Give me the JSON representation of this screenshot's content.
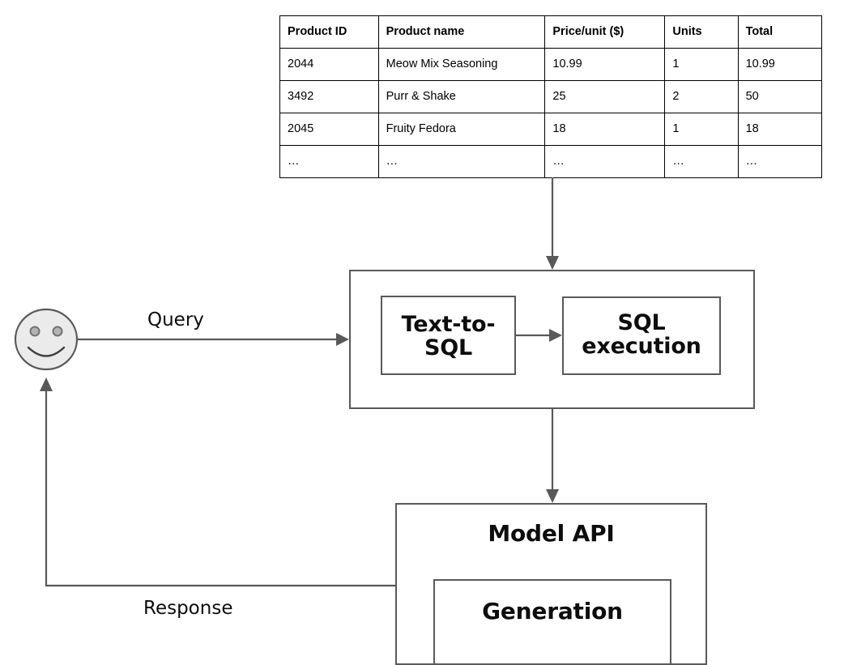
{
  "diagram": {
    "title": "Text-to-SQL retrieval augmented generation flow",
    "colors": {
      "stroke": "#595959",
      "table_border": "#000000",
      "text": "#0d0d0d",
      "avatar_fill": "#ebebeb",
      "avatar_eye": "#b3b3b3",
      "background": "#ffffff"
    }
  },
  "table": {
    "name": "product-table",
    "headers": [
      "Product ID",
      "Product name",
      "Price/unit ($)",
      "Units",
      "Total"
    ],
    "rows": [
      [
        "2044",
        "Meow Mix Seasoning",
        "10.99",
        "1",
        "10.99"
      ],
      [
        "3492",
        "Purr & Shake",
        "25",
        "2",
        "50"
      ],
      [
        "2045",
        "Fruity Fedora",
        "18",
        "1",
        "18"
      ],
      [
        "…",
        "…",
        "…",
        "…",
        "…"
      ]
    ]
  },
  "nodes": {
    "user_avatar": "smiley-face-user",
    "pipeline_container": "",
    "text_to_sql": "Text-to-SQL",
    "sql_execution": "SQL execution",
    "model_api": "Model API",
    "generation": "Generation"
  },
  "edges": {
    "query_label": "Query",
    "response_label": "Response",
    "table_to_pipeline": "",
    "text_to_sql_to_execution": "",
    "pipeline_to_model_api": ""
  }
}
